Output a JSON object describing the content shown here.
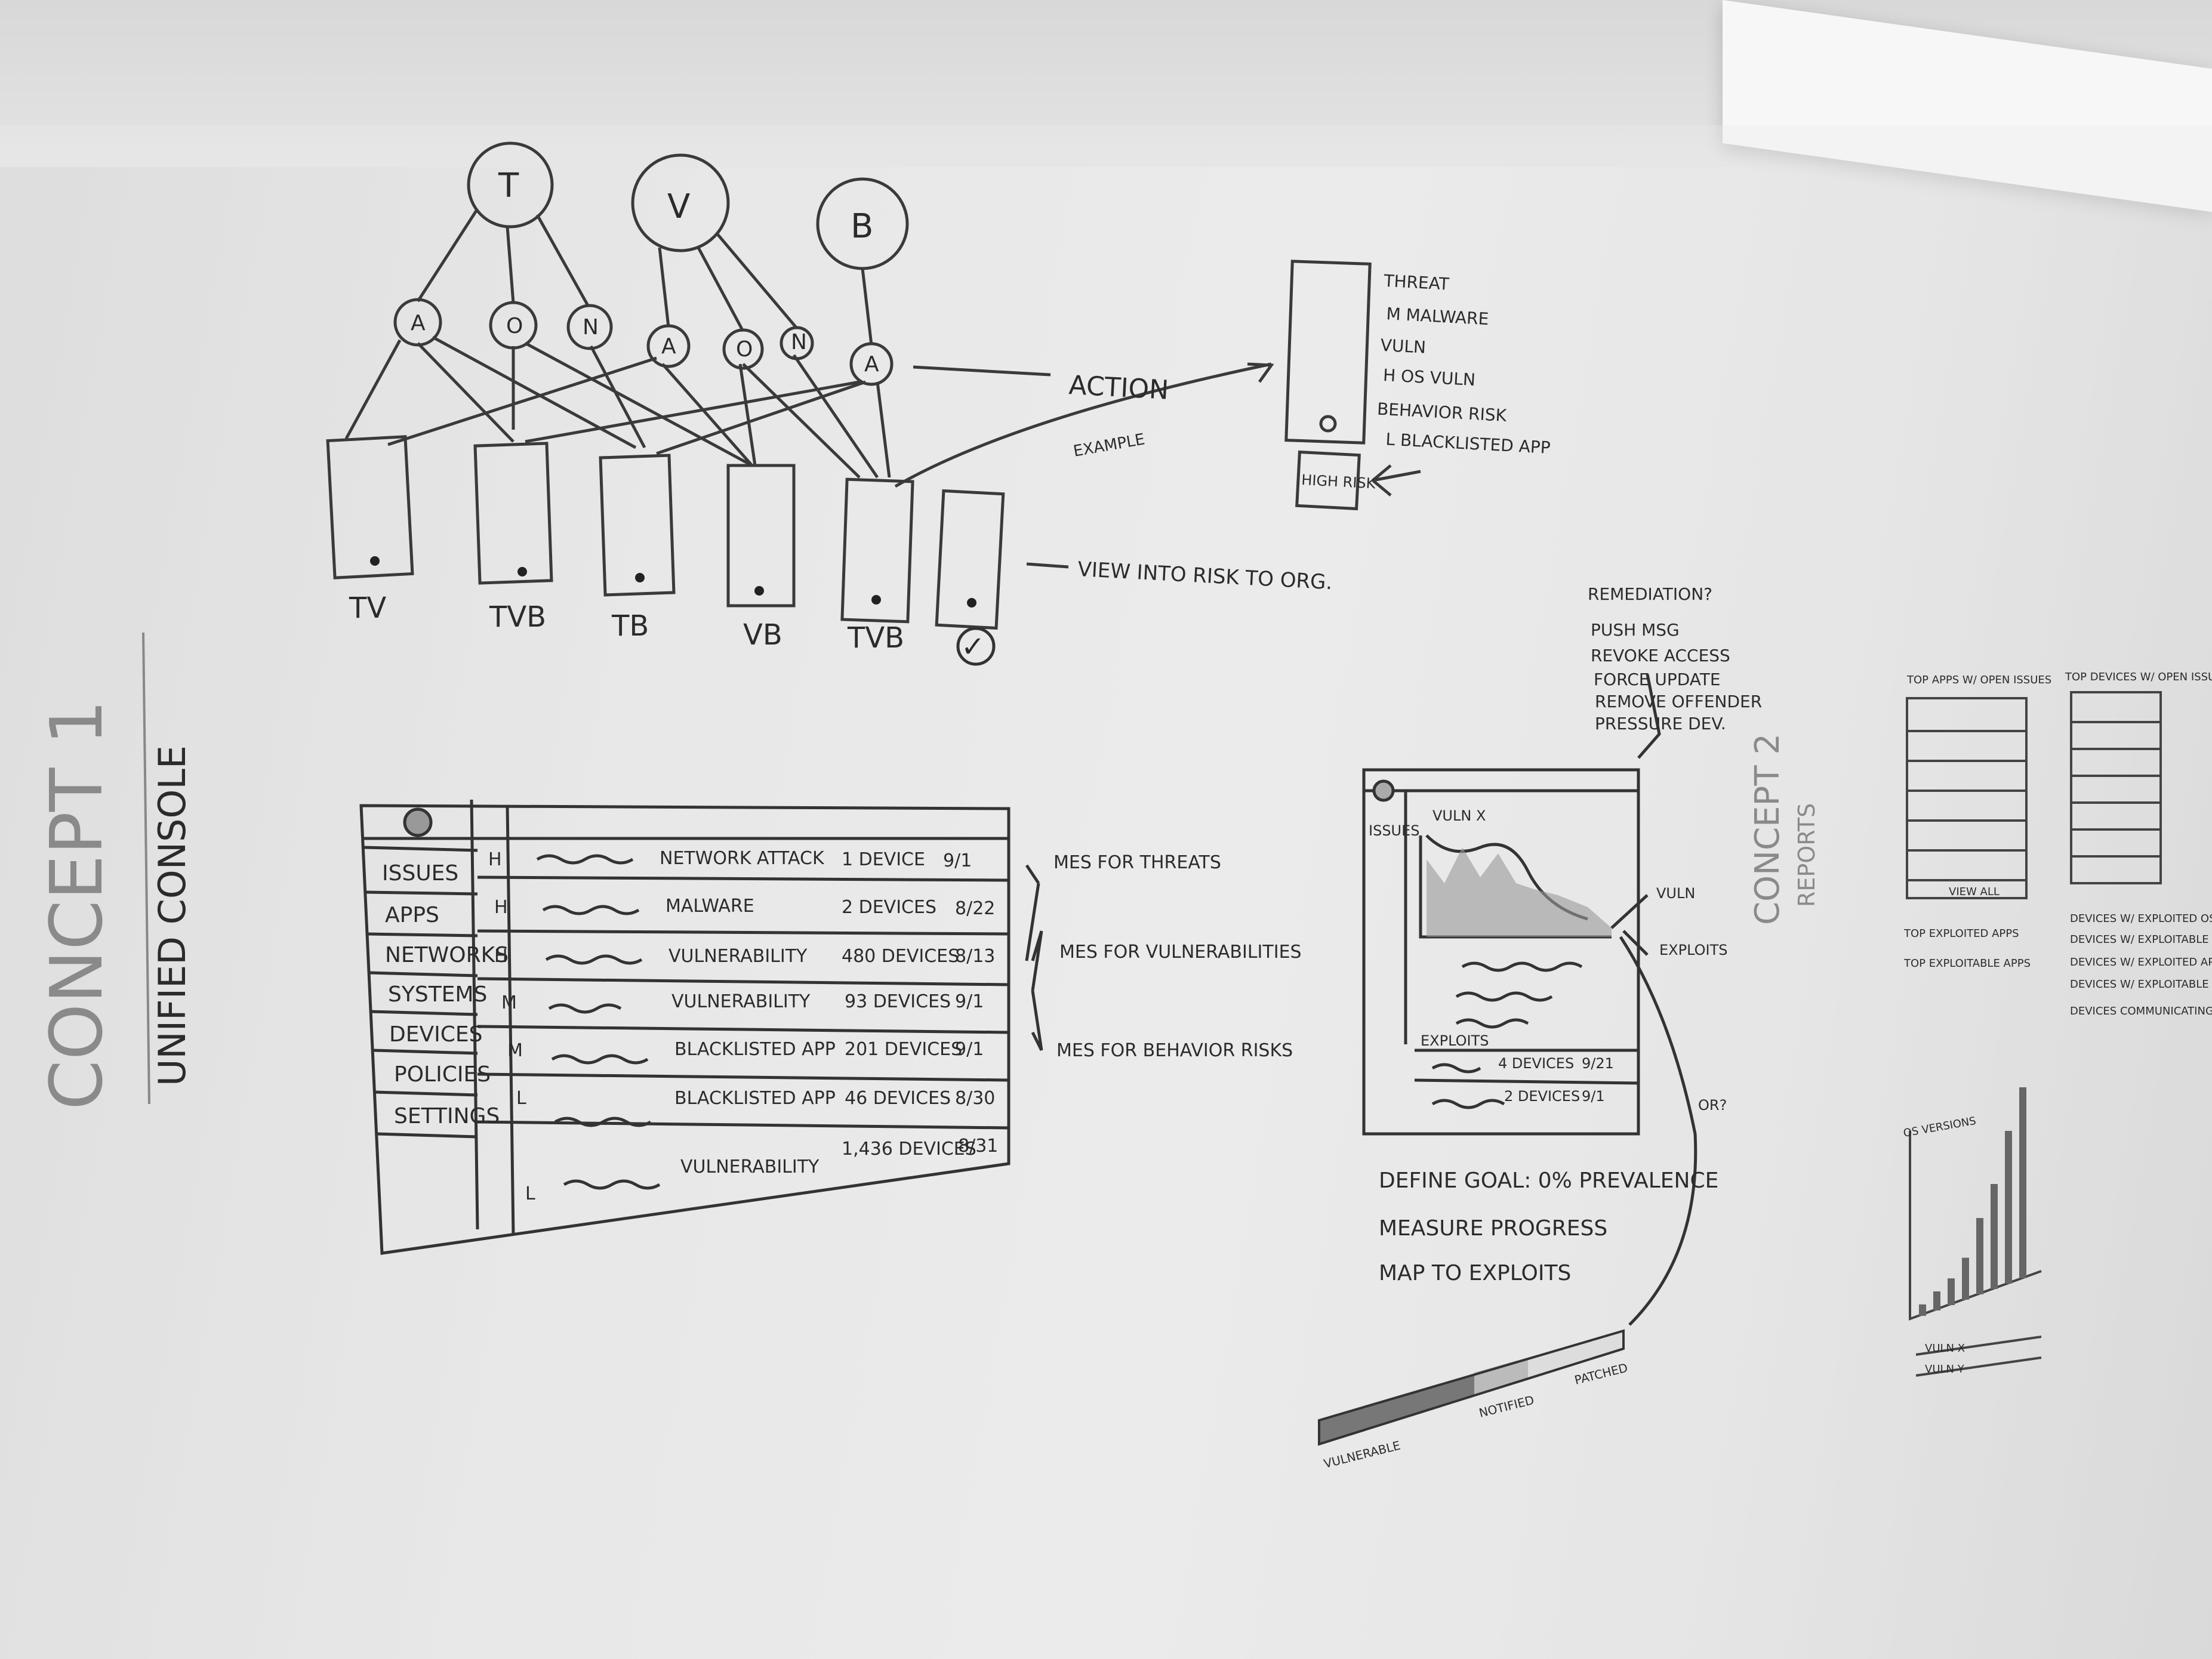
{
  "top_sketch": {
    "circles": [
      "T",
      "V",
      "B"
    ],
    "sub_nodes": [
      "A",
      "O",
      "N",
      "A",
      "O",
      "N",
      "A"
    ],
    "devices": [
      "TV",
      "TVB",
      "TB",
      "VB",
      "TVB",
      "✓"
    ],
    "action_label": "ACTION",
    "example_label": "EXAMPLE",
    "view_label": "VIEW INTO RISK TO ORG.",
    "risk_items": [
      "THREAT",
      "M MALWARE",
      "VULN",
      "H OS VULN",
      "BEHAVIOR RISK",
      "L BLACKLISTED APP"
    ],
    "badge": "HIGH RISK"
  },
  "concept1": {
    "title": "CONCEPT 1",
    "subtitle": "UNIFIED CONSOLE",
    "sidebar": [
      "ISSUES",
      "APPS",
      "NETWORKS",
      "SYSTEMS",
      "DEVICES",
      "POLICIES",
      "SETTINGS"
    ],
    "rows": [
      {
        "sev": "H",
        "name": "NETWORK ATTACK",
        "devices": "1 DEVICE",
        "date": "9/1"
      },
      {
        "sev": "H",
        "name": "MALWARE",
        "devices": "2 DEVICES",
        "date": "8/22"
      },
      {
        "sev": "H",
        "name": "VULNERABILITY",
        "devices": "480 DEVICES",
        "date": "8/13"
      },
      {
        "sev": "M",
        "name": "VULNERABILITY",
        "devices": "93 DEVICES",
        "date": "9/1"
      },
      {
        "sev": "M",
        "name": "BLACKLISTED APP",
        "devices": "201 DEVICES",
        "date": "9/1"
      },
      {
        "sev": "L",
        "name": "BLACKLISTED APP",
        "devices": "46 DEVICES",
        "date": "8/30"
      },
      {
        "sev": "L",
        "name": "VULNERABILITY",
        "devices": "1,436 DEVICES",
        "date": "8/31"
      }
    ],
    "annotations": [
      "MES FOR THREATS",
      "MES FOR VULNERABILITIES",
      "MES FOR BEHAVIOR RISKS"
    ]
  },
  "detail": {
    "title": "VULN X",
    "sidebar_label": "ISSUES",
    "exploits_label": "EXPLOITS",
    "exploit_rows": [
      {
        "devices": "4 DEVICES",
        "date": "9/21"
      },
      {
        "devices": "2 DEVICES",
        "date": "9/1"
      }
    ],
    "chart_labels": [
      "VULN",
      "EXPLOITS"
    ],
    "remediation_title": "REMEDIATION?",
    "remediation_items": [
      "PUSH MSG",
      "REVOKE ACCESS",
      "FORCE UPDATE",
      "REMOVE OFFENDER",
      "PRESSURE DEV."
    ],
    "goals": [
      "DEFINE GOAL: 0% PREVALENCE",
      "MEASURE PROGRESS",
      "MAP TO EXPLOITS"
    ],
    "or_label": "OR?",
    "progress_labels": [
      "VULNERABLE",
      "NOTIFIED",
      "PATCHED"
    ]
  },
  "concept2": {
    "title": "CONCEPT 2",
    "subtitle": "REPORTS",
    "panel1_title": "TOP APPS W/ OPEN ISSUES",
    "panel2_title": "TOP DEVICES W/ OPEN ISSUES",
    "view_all": "VIEW ALL",
    "list1": [
      "TOP EXPLOITED APPS",
      "TOP EXPLOITABLE APPS"
    ],
    "list2": [
      "DEVICES W/ EXPLOITED OS",
      "DEVICES W/ EXPLOITABLE OS",
      "DEVICES W/ EXPLOITED APPS",
      "DEVICES W/ EXPLOITABLE APPS",
      "DEVICES COMMUNICATING W/ MALICIOUS IPS"
    ],
    "os_title": "OS VERSIONS",
    "os_bars": [
      0.06,
      0.1,
      0.14,
      0.22,
      0.4,
      0.55,
      0.8,
      1.0
    ],
    "os_rows": [
      "VULN X",
      "VULN Y"
    ]
  }
}
